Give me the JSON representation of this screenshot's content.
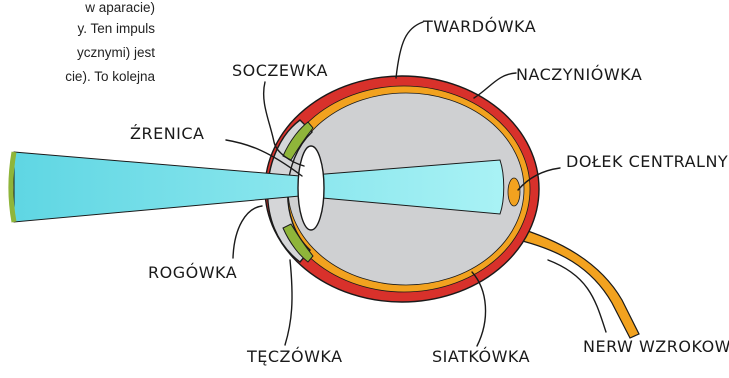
{
  "paragraph_lines": [
    "w  aparacie)",
    "y.  Ten  impuls",
    "ycznymi)  jest",
    "cie). To kolejna"
  ],
  "labels": {
    "twardowka": "TWARDÓWKA",
    "soczewka": "SOCZEWKA",
    "naczyniowka": "NACZYNIÓWKA",
    "zrenica": "ŹRENICA",
    "dolek": "DOŁEK CENTRALNY",
    "rogowka": "ROGÓWKA",
    "teczowka": "TĘCZÓWKA",
    "siatkowka": "SIATKÓWKA",
    "nerw": "NERW WZROKOWY"
  },
  "colors": {
    "sclera": "#d8312b",
    "choroid": "#f2a21f",
    "vitreous": "#cfd0d2",
    "light_beam": "#7fe6ee",
    "iris": "#8fb53a",
    "lens": "#ffffff",
    "nerve": "#f2a21f"
  }
}
